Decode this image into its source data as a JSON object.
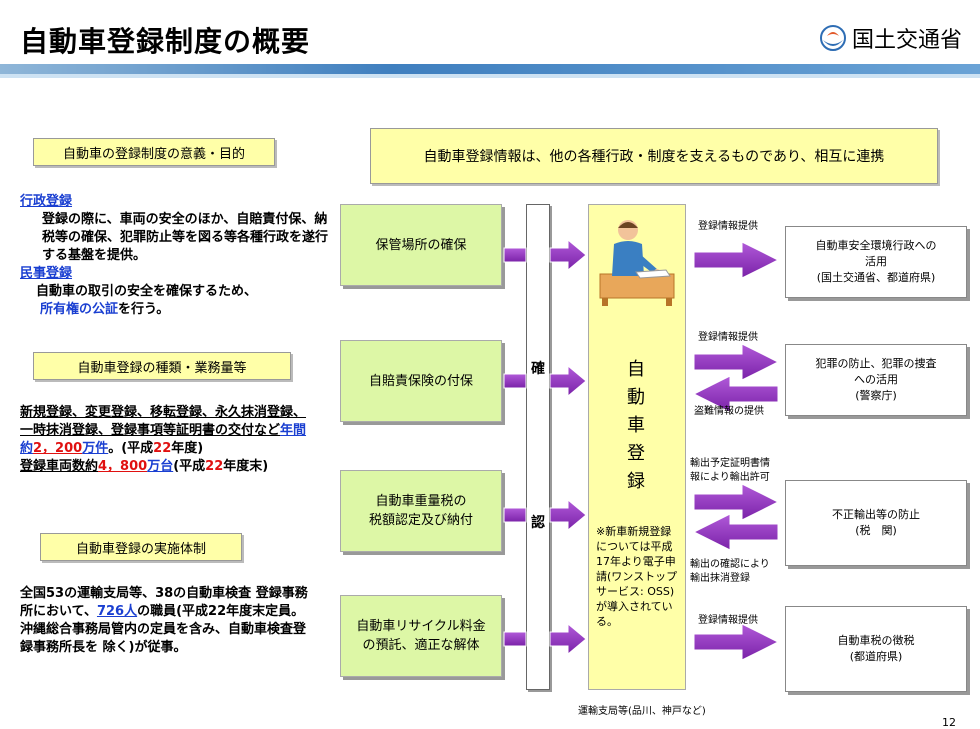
{
  "header": {
    "title": "自動車登録制度の概要",
    "logo_text": "国土交通省"
  },
  "banner": "自動車登録情報は、他の各種行政・制度を支えるものであり、相互に連携",
  "left": {
    "sec1_heading": "自動車の登録制度の意義・目的",
    "admin_title": "行政登録",
    "admin_body": "登録の際に、車両の安全のほか、自賠責付保、納税等の確保、犯罪防止等を図る等各種行政を遂行する基盤を提供。",
    "civil_title": "民事登録",
    "civil_body_1": "自動車の取引の安全を確保するため、",
    "civil_body_2": "所有権の公証",
    "civil_body_3": "を行う。",
    "sec2_heading": "自動車登録の種類・業務量等",
    "types_text": "新規登録、変更登録、移転登録、永久抹消登録、一時抹消登録、登録事項等証明書の交付など",
    "annual_prefix": "年間約",
    "annual_value": "2，200",
    "annual_unit": "万件",
    "annual_suffix_1": "。(平成",
    "annual_year": "22",
    "annual_suffix_2": "年度)",
    "reg_prefix": "登録車両数約",
    "reg_value": "4，800",
    "reg_unit": "万台",
    "reg_suffix_1": "(平成",
    "reg_year": "22",
    "reg_suffix_2": "年度末)",
    "sec3_heading": "自動車登録の実施体制",
    "impl_1": "全国53の運輸支局等、38の自動車検査 登録事務所において、",
    "impl_staff": "726人",
    "impl_2": "の職員(平成22年度末定員。沖縄総合事務局管内の定員を含み、自動車検査登録事務所長を 除く)が従事。"
  },
  "center": {
    "box1": "保管場所の確保",
    "box2": "自賠責保険の付保",
    "box3_line1": "自動車重量税の",
    "box3_line2": "税額認定及び納付",
    "box4_line1": "自動車リサイクル料金",
    "box4_line2": "の預託、適正な解体",
    "confirm_1": "確",
    "confirm_2": "認",
    "registration_vertical": [
      "自",
      "動",
      "車",
      "登",
      "録"
    ],
    "note": "※新車新規登録については平成17年より電子申請(ワンストップサービス: OSS)が導入されている。",
    "bottom_caption": "運輸支局等(品川、神戸など)"
  },
  "right": {
    "label1": "登録情報提供",
    "label2": "登録情報提供",
    "label3": "盗難情報の提供",
    "label4_1": "輸出予定証明書情",
    "label4_2": "報により輸出許可",
    "label5_1": "輸出の確認により",
    "label5_2": "輸出抹消登録",
    "label6": "登録情報提供",
    "box1": "自動車安全環境行政への\n活用\n(国土交通省、都道府県)",
    "box2": "犯罪の防止、犯罪の捜査\nへの活用\n(警察庁)",
    "box3": "不正輸出等の防止\n(税　関)",
    "box4": "自動車税の徴税\n(都道府県)"
  },
  "page_number": "12",
  "colors": {
    "arrow": "#9933cc",
    "green": "#ddf7a6",
    "yellow": "#ffffa8",
    "link_blue": "#1a3fd1",
    "red": "#e01010",
    "header_bar": "#3f7fbf"
  }
}
